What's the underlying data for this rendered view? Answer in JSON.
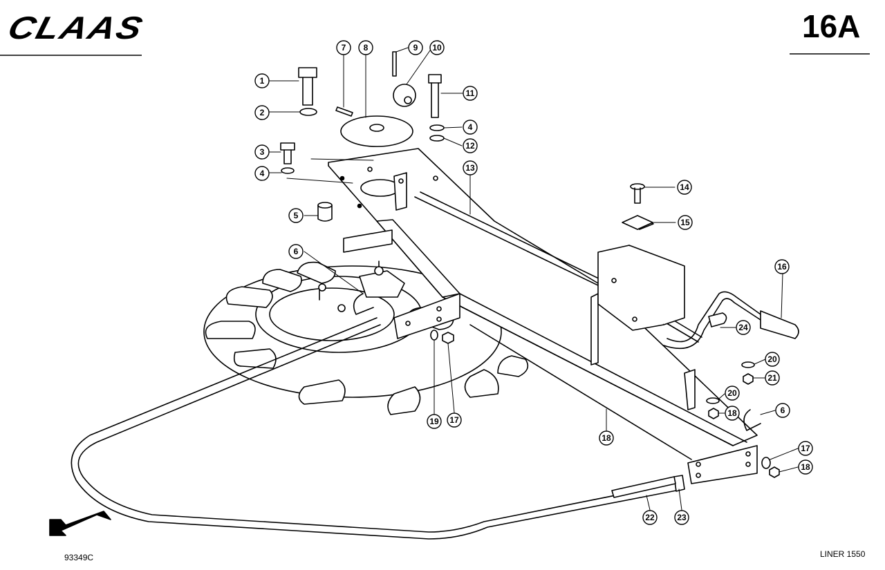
{
  "header": {
    "brand": "CLAAS",
    "page_number": "16A"
  },
  "footer": {
    "drawing_number": "93349C",
    "model": "LINER 1550"
  },
  "callouts": [
    "1",
    "2",
    "3",
    "4",
    "5",
    "6",
    "7",
    "8",
    "9",
    "10",
    "11",
    "4",
    "12",
    "13",
    "14",
    "15",
    "16",
    "24",
    "20",
    "21",
    "20",
    "18",
    "6",
    "17",
    "18",
    "19",
    "17",
    "18",
    "22",
    "23"
  ],
  "icons": {
    "direction_arrow": "direction-arrow-icon"
  },
  "colors": {
    "ink": "#000000",
    "paper": "#ffffff"
  }
}
